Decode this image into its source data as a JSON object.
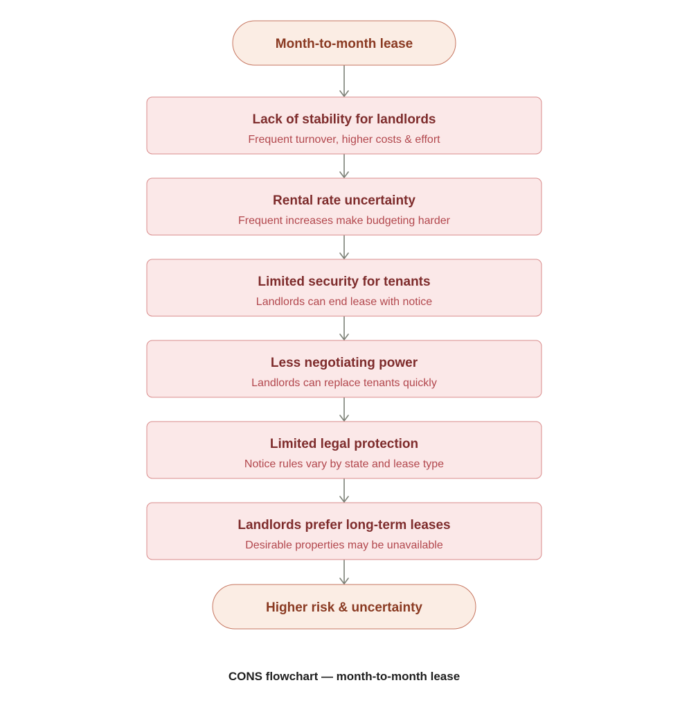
{
  "diagram": {
    "start": {
      "label": "Month-to-month lease"
    },
    "steps": [
      {
        "title": "Lack of stability for landlords",
        "subtitle": "Frequent turnover, higher costs & effort"
      },
      {
        "title": "Rental rate uncertainty",
        "subtitle": "Frequent increases make budgeting harder"
      },
      {
        "title": "Limited security for tenants",
        "subtitle": "Landlords can end lease with notice"
      },
      {
        "title": "Less negotiating power",
        "subtitle": "Landlords can replace tenants quickly"
      },
      {
        "title": "Limited legal protection",
        "subtitle": "Notice rules vary by state and lease type"
      },
      {
        "title": "Landlords prefer long-term leases",
        "subtitle": "Desirable properties may be unavailable"
      }
    ],
    "end": {
      "label": "Higher risk & uncertainty"
    },
    "caption": "CONS flowchart — month-to-month lease"
  }
}
